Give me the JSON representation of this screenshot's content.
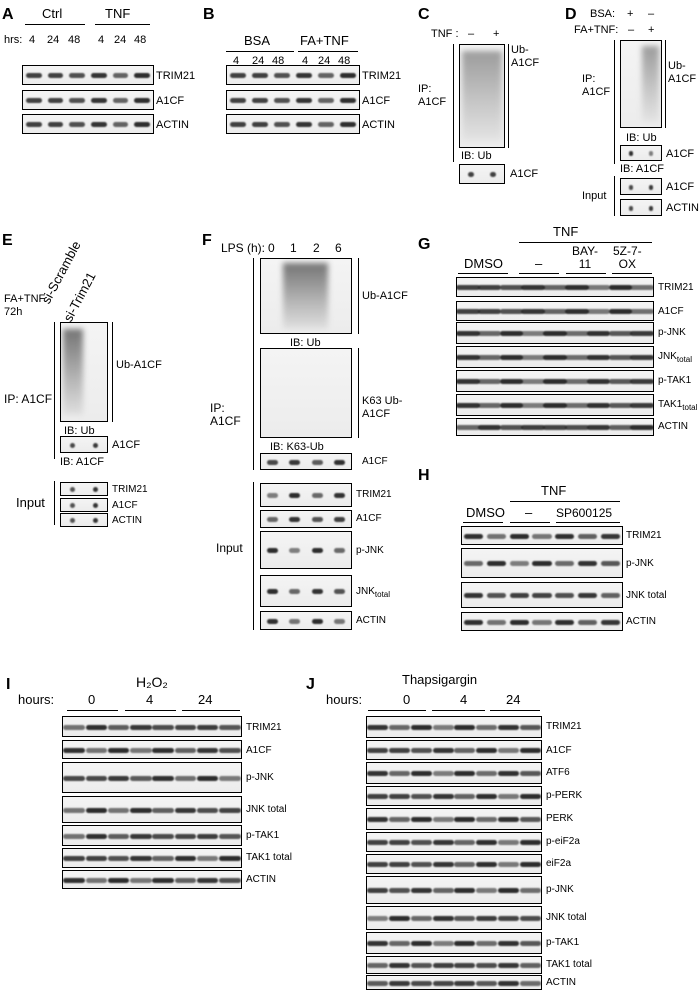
{
  "panels": {
    "A": {
      "letter": "A",
      "groups": [
        "Ctrl",
        "TNF"
      ],
      "hrs_label": "hrs:",
      "hrs": [
        "4",
        "24",
        "48",
        "4",
        "24",
        "48"
      ],
      "rows": [
        "TRIM21",
        "A1CF",
        "ACTIN"
      ]
    },
    "B": {
      "letter": "B",
      "groups": [
        "BSA",
        "FA+TNF"
      ],
      "hrs": [
        "4",
        "24",
        "48",
        "4",
        "24",
        "48"
      ],
      "rows": [
        "TRIM21",
        "A1CF",
        "ACTIN"
      ]
    },
    "C": {
      "letter": "C",
      "tnf_label": "TNF :",
      "signs": [
        "–",
        "+"
      ],
      "ip": "IP:\nA1CF",
      "ub_label": "Ub-\nA1CF",
      "ib": "IB: Ub",
      "row": "A1CF"
    },
    "D": {
      "letter": "D",
      "bsa_label": "BSA:",
      "fatnf_label": "FA+TNF:",
      "bsa_signs": [
        "+",
        "–"
      ],
      "fatnf_signs": [
        "–",
        "+"
      ],
      "ip": "IP:\nA1CF",
      "ub_label": "Ub-\nA1CF",
      "ib_ub": "IB: Ub",
      "row_a1cf": "A1CF",
      "ib_a1cf": "IB: A1CF",
      "input": "Input",
      "input_rows": [
        "A1CF",
        "ACTIN"
      ]
    },
    "E": {
      "letter": "E",
      "cond": "FA+TNF\n72h",
      "lanes": [
        "si-Scramble",
        "si-Trim21"
      ],
      "ip": "IP: A1CF",
      "ub_label": "Ub-A1CF",
      "ib_ub": "IB: Ub",
      "row_a1cf": "A1CF",
      "ib_a1cf": "IB: A1CF",
      "input": "Input",
      "input_rows": [
        "TRIM21",
        "A1CF",
        "ACTIN"
      ]
    },
    "F": {
      "letter": "F",
      "lps": "LPS (h):",
      "times": [
        "0",
        "1",
        "2",
        "6"
      ],
      "ip": "IP:\nA1CF",
      "ub_label": "Ub-A1CF",
      "ib_ub": "IB: Ub",
      "k63_label": "K63 Ub-\nA1CF",
      "ib_k63": "IB: K63-Ub",
      "row_a1cf": "A1CF",
      "input": "Input",
      "input_rows": [
        "TRIM21",
        "A1CF",
        "p-JNK",
        "JNK",
        "ACTIN"
      ],
      "jnk_sub": "total"
    },
    "G": {
      "letter": "G",
      "tnf": "TNF",
      "groups": [
        "DMSO",
        "–",
        "BAY-\n11",
        "5Z-7-\nOX"
      ],
      "rows": [
        "TRIM21",
        "A1CF",
        "p-JNK",
        "JNK",
        "p-TAK1",
        "TAK1",
        "ACTIN"
      ],
      "sub_total": "total"
    },
    "H": {
      "letter": "H",
      "tnf": "TNF",
      "groups": [
        "DMSO",
        "–",
        "SP600125"
      ],
      "rows": [
        "TRIM21",
        "p-JNK",
        "JNK total",
        "ACTIN"
      ]
    },
    "I": {
      "letter": "I",
      "title": "H₂O₂",
      "hours_label": "hours:",
      "hours": [
        "0",
        "4",
        "24"
      ],
      "rows": [
        "TRIM21",
        "A1CF",
        "p-JNK",
        "JNK total",
        "p-TAK1",
        "TAK1 total",
        "ACTIN"
      ]
    },
    "J": {
      "letter": "J",
      "title": "Thapsigargin",
      "hours_label": "hours:",
      "hours": [
        "0",
        "4",
        "24"
      ],
      "rows": [
        "TRIM21",
        "A1CF",
        "ATF6",
        "p-PERK",
        "PERK",
        "p-eiF2a",
        "eiF2a",
        "p-JNK",
        "JNK total",
        "p-TAK1",
        "TAK1 total",
        "ACTIN"
      ]
    }
  }
}
